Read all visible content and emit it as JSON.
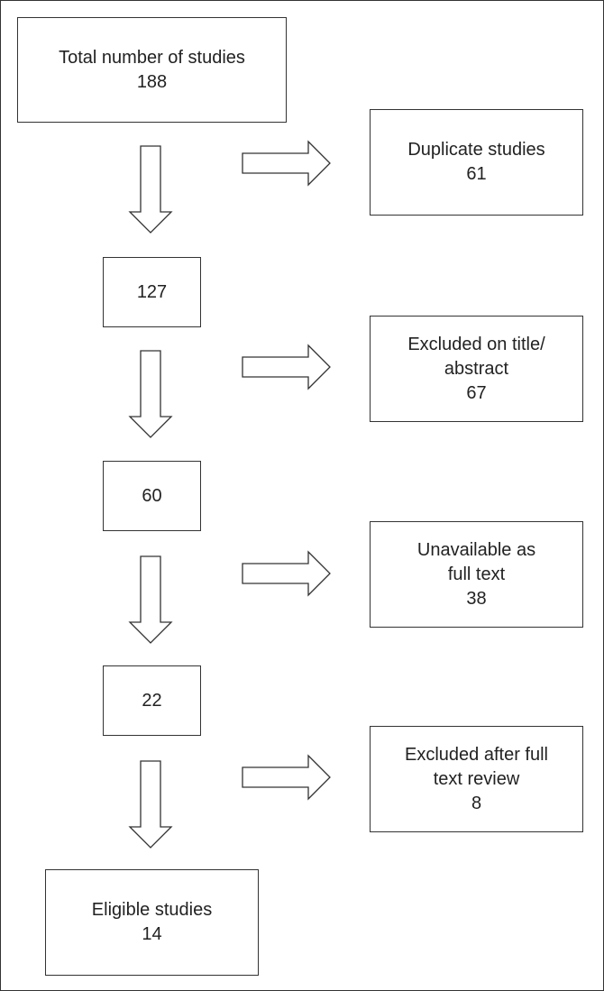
{
  "flow": {
    "total": {
      "label": "Total number of studies",
      "count": "188"
    },
    "after_duplicates": {
      "count": "127"
    },
    "after_screening": {
      "count": "60"
    },
    "after_availability": {
      "count": "22"
    },
    "eligible": {
      "label": "Eligible studies",
      "count": "14"
    }
  },
  "exclusions": [
    {
      "lines": [
        "Duplicate studies"
      ],
      "count": "61"
    },
    {
      "lines": [
        "Excluded on title/",
        "abstract"
      ],
      "count": "67"
    },
    {
      "lines": [
        "Unavailable as",
        "full text"
      ],
      "count": "38"
    },
    {
      "lines": [
        "Excluded after full",
        "text review"
      ],
      "count": "8"
    }
  ]
}
